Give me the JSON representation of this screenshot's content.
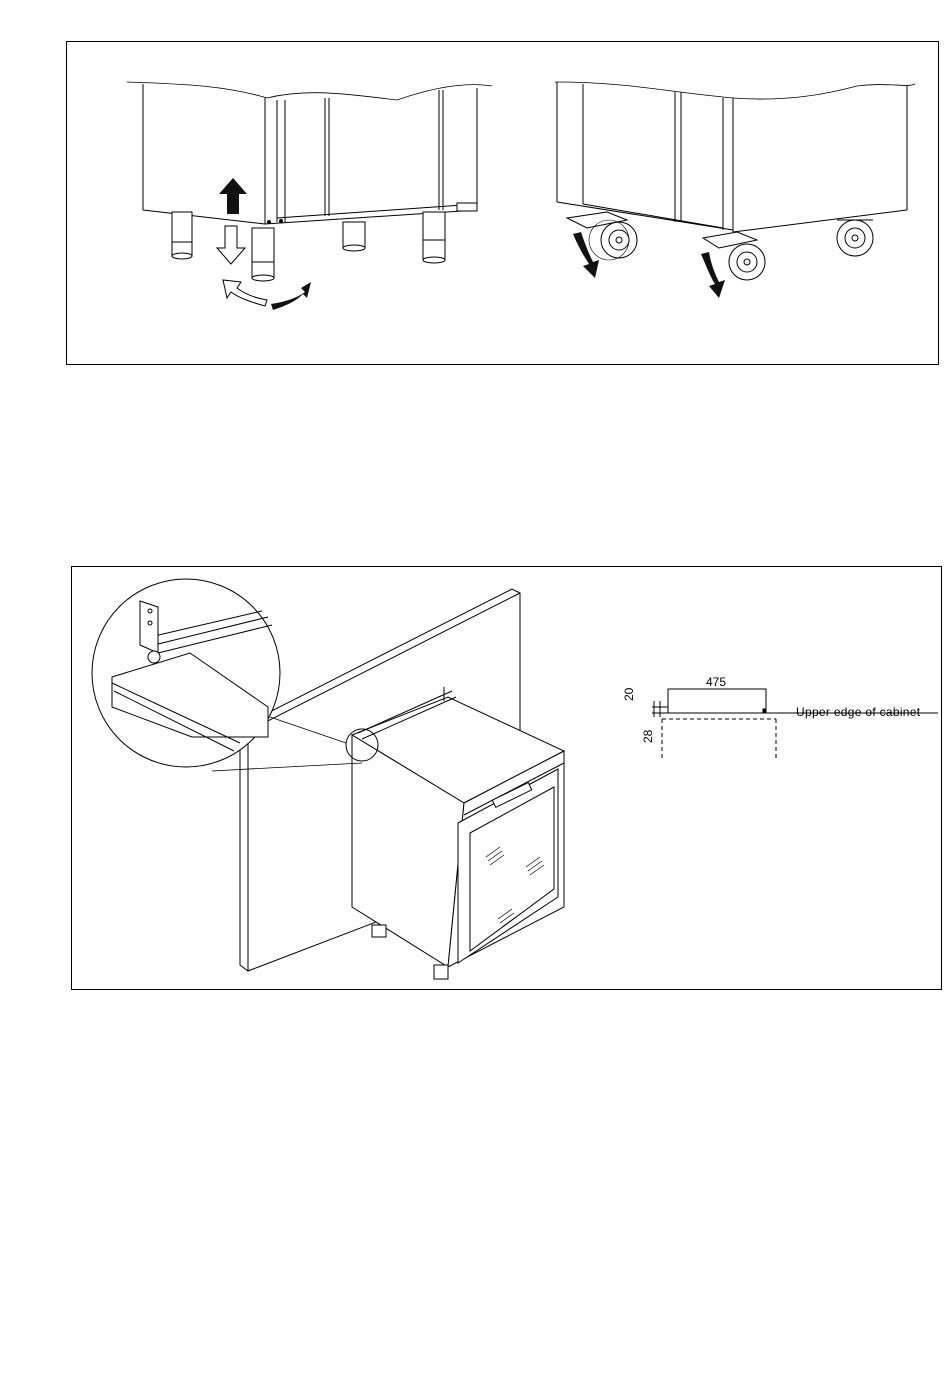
{
  "figures": {
    "top": {
      "left_illustration": "adjustable-feet",
      "right_illustration": "castor-wheels"
    },
    "bottom": {
      "dimension_width": "475",
      "dimension_offset_top": "20",
      "dimension_offset_bottom": "28",
      "reference_label": "Upper edge of cabinet"
    }
  },
  "colors": {
    "line": "#000000",
    "fill": "#ffffff",
    "shade": "#f2f2f2",
    "arrow_dark": "#111111"
  }
}
